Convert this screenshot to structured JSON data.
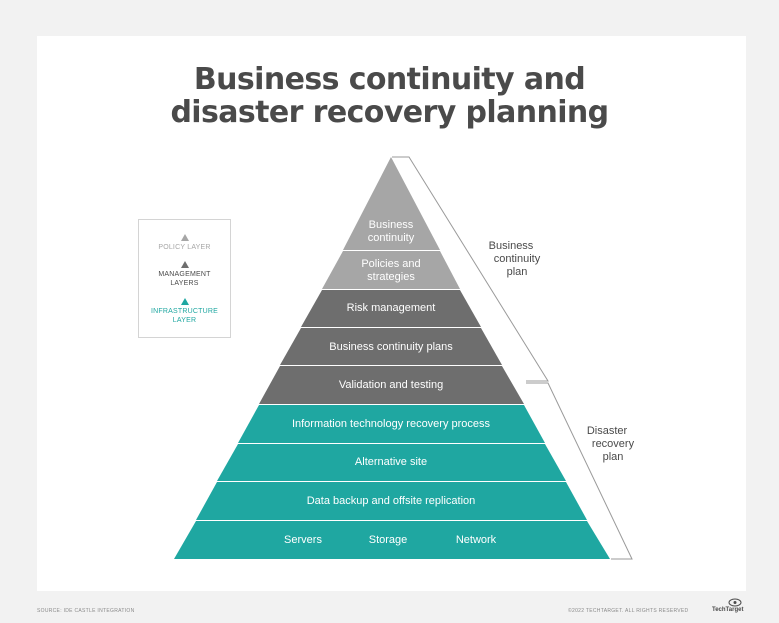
{
  "title": {
    "line1": "Business continuity and",
    "line2": "disaster recovery planning"
  },
  "legend": {
    "policy": "POLICY LAYER",
    "management_1": "MANAGEMENT",
    "management_2": "LAYERS",
    "infrastructure_1": "INFRASTRUCTURE",
    "infrastructure_2": "LAYER"
  },
  "layers": {
    "business_continuity_1": "Business",
    "business_continuity_2": "continuity",
    "policies_1": "Policies and",
    "policies_2": "strategies",
    "risk": "Risk management",
    "bc_plans": "Business continuity plans",
    "validation": "Validation and testing",
    "it_recovery": "Information technology recovery process",
    "alt_site": "Alternative site",
    "backup": "Data backup and offsite replication",
    "servers": "Servers",
    "storage": "Storage",
    "network": "Network"
  },
  "brackets": {
    "bc_plan_1": "Business",
    "bc_plan_2": "continuity",
    "bc_plan_3": "plan",
    "dr_plan_1": "Disaster",
    "dr_plan_2": "recovery",
    "dr_plan_3": "plan"
  },
  "footer": {
    "source": "SOURCE: IDE CASTLE INTEGRATION",
    "copyright": "©2022 TECHTARGET. ALL RIGHTS RESERVED",
    "brand": "TechTarget"
  },
  "colors": {
    "policy": "#a6a6a6",
    "management": "#6e6e6e",
    "infrastructure": "#1fa7a1",
    "text": "#4a4a4a"
  }
}
